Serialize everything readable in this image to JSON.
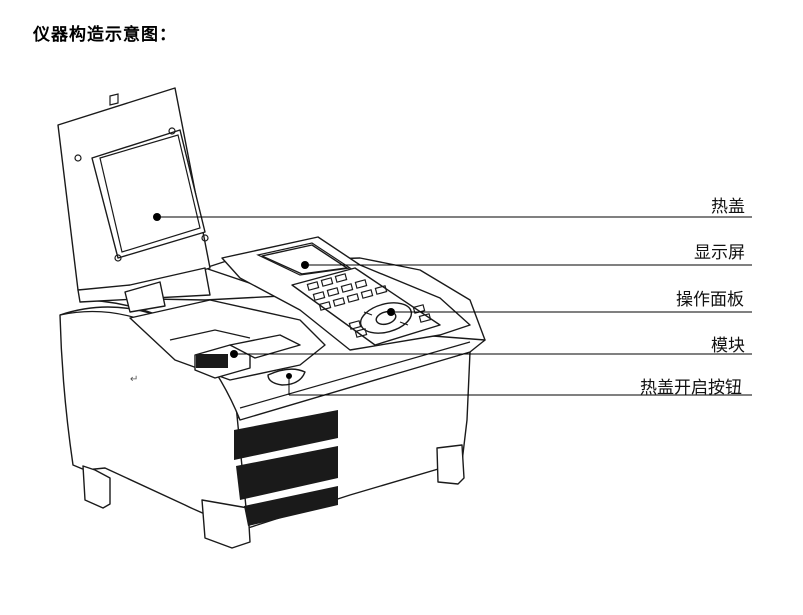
{
  "title": "仪器构造示意图：",
  "labels": {
    "hot_lid": "热盖",
    "display": "显示屏",
    "control_panel": "操作面板",
    "module": "模块",
    "lid_button": "热盖开启按钮"
  },
  "return_symbol": "↵"
}
